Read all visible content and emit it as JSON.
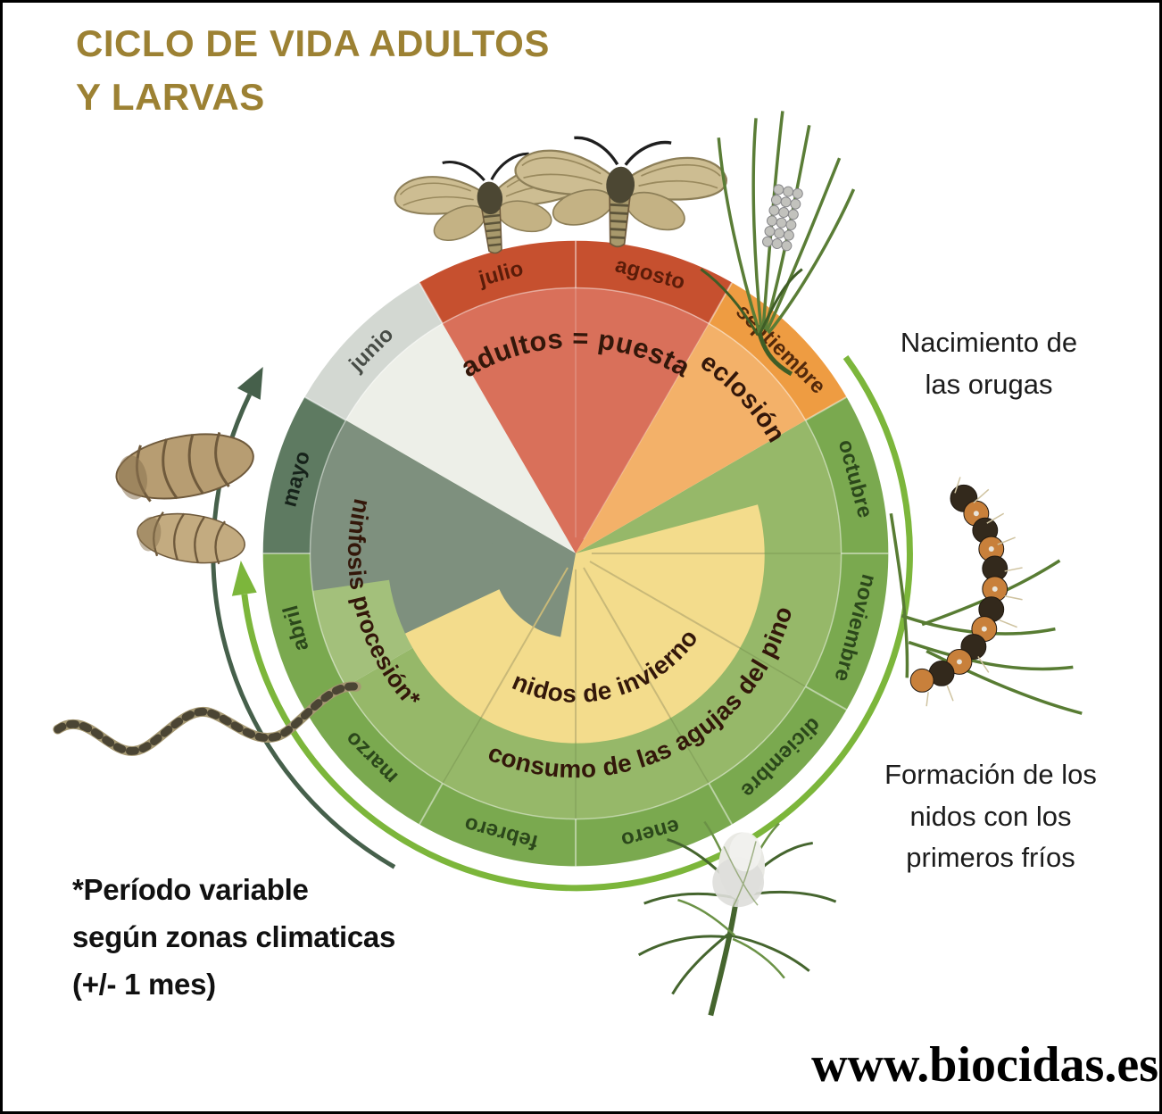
{
  "title": {
    "line1": "CICLO DE VIDA ADULTOS",
    "line2": "Y LARVAS"
  },
  "wheel": {
    "months": [
      "julio",
      "agosto",
      "septiembre",
      "octubre",
      "noviembre",
      "diciembre",
      "enero",
      "febrero",
      "marzo",
      "abril",
      "mayo",
      "junio"
    ],
    "stages": {
      "adults_laying": "adultos = puesta",
      "hatching": "eclosión",
      "winter_nests": "nidos de invierno",
      "needle_consumption": "consumo de las agujas del pino",
      "pupation_procession": "ninfosis procesión*"
    }
  },
  "annotations": {
    "birth_line1": "Nacimiento de",
    "birth_line2": "las orugas",
    "formation_line1": "Formación de los",
    "formation_line2": "nidos con los",
    "formation_line3": "primeros fríos",
    "footnote_line1": "*Período variable",
    "footnote_line2": "según zonas climaticas",
    "footnote_line3": "(+/- 1 mes)"
  },
  "website": "www.biocidas.es",
  "palette": {
    "title_gold": "#9c8133",
    "ring_red": "#c6502f",
    "wedge_salmon": "#d9705a",
    "ring_orange": "#ee9c42",
    "wedge_light_orange": "#f3b169",
    "ring_green": "#7aa94f",
    "wedge_green": "#96b869",
    "wedge_ninfosis_green": "#a3c07b",
    "wedge_yellow": "#f3dc8c",
    "wedge_slate": "#7e907e",
    "ring_mayo_dark": "#5e7a61",
    "ring_junio_gray": "#d3d8d2",
    "wedge_white": "#edefe8",
    "arrow_bright_green": "#7cb63b",
    "arrow_dark_green": "#46604b",
    "website_black": "#000000"
  },
  "illustrations": [
    "adult-moths",
    "egg-cluster-on-pine-needles",
    "caterpillar-on-pine",
    "winter-nest-on-pine-branch",
    "caterpillar-procession",
    "pupae"
  ]
}
